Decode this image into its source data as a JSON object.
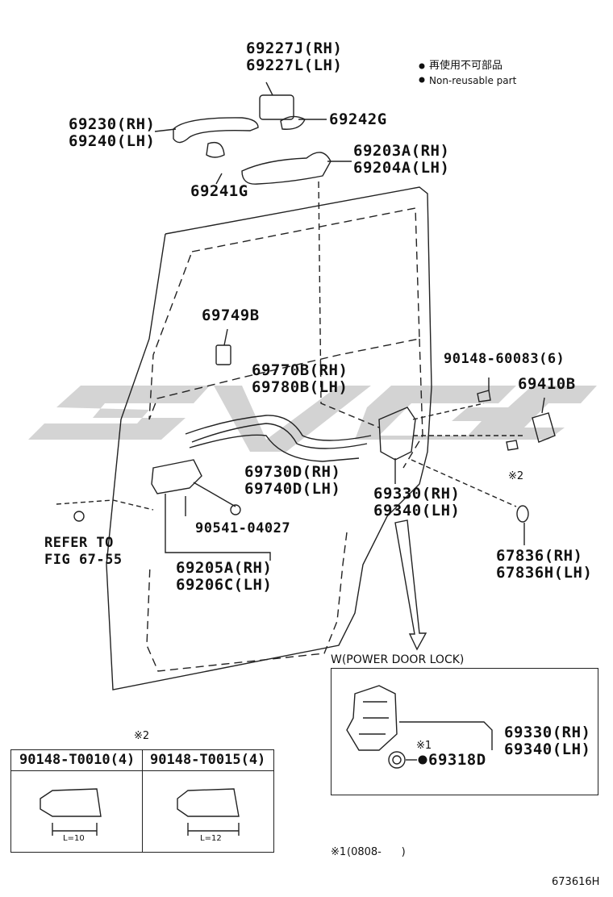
{
  "legend": {
    "jp": "再使用不可部品",
    "en": "Non-reusable part"
  },
  "parts": {
    "p69227": [
      "69227J(RH)",
      "69227L(LH)"
    ],
    "p69230": [
      "69230(RH)",
      "69240(LH)"
    ],
    "p69242": "69242G",
    "p69203": [
      "69203A(RH)",
      "69204A(LH)"
    ],
    "p69241": "69241G",
    "p69749": "69749B",
    "p90148a": "90148-60083(6)",
    "p69410": "69410B",
    "p69770": [
      "69770B(RH)",
      "69780B(LH)"
    ],
    "p69730": [
      "69730D(RH)",
      "69740D(LH)"
    ],
    "p69330": [
      "69330(RH)",
      "69340(LH)"
    ],
    "p90541": "90541-04027",
    "p69205": [
      "69205A(RH)",
      "69206C(LH)"
    ],
    "p67836": [
      "67836(RH)",
      "67836H(LH)"
    ],
    "ref": [
      "REFER TO",
      "FIG 67-55"
    ],
    "mark2": "※2"
  },
  "inset": {
    "title": "W(POWER DOOR LOCK)",
    "parts": [
      "69330(RH)",
      "69340(LH)"
    ],
    "mark1": "※1",
    "p69318": "69318D"
  },
  "table": {
    "mark": "※2",
    "col1": "90148-T0010(4)",
    "col2": "90148-T0015(4)",
    "len1": "L=10",
    "len2": "L=12"
  },
  "footnote": {
    "mark": "※1",
    "text": "(0808-      )"
  },
  "diagram_id": "673616H",
  "colors": {
    "line": "#222222",
    "watermark": "#c9c9c9"
  }
}
